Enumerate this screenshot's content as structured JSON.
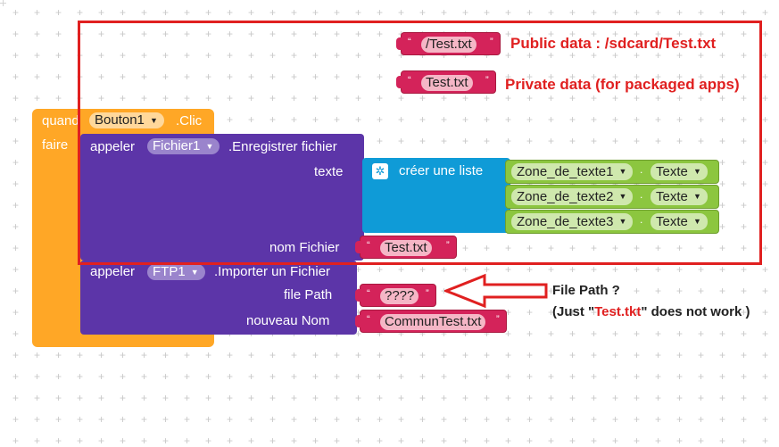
{
  "event": {
    "label_when": "quand",
    "component": "Bouton1",
    "event_name": ".Clic",
    "label_do": "faire"
  },
  "save_call": {
    "label_call": "appeler",
    "component": "Fichier1",
    "method": ".Enregistrer fichier",
    "arg_text": "texte",
    "arg_filename": "nom Fichier",
    "filename_value": "Test.txt"
  },
  "list_block": {
    "label": "créer une liste",
    "items": [
      {
        "component": "Zone_de_texte1",
        "property": "Texte"
      },
      {
        "component": "Zone_de_texte2",
        "property": "Texte"
      },
      {
        "component": "Zone_de_texte3",
        "property": "Texte"
      }
    ]
  },
  "ftp_call": {
    "label_call": "appeler",
    "component": "FTP1",
    "method": ".Importer un Fichier",
    "arg_path": "file Path",
    "path_value": "????",
    "arg_newname": "nouveau Nom",
    "newname_value": "CommunTest.txt"
  },
  "floating_strings": {
    "public_value": "/Test.txt",
    "private_value": "Test.txt"
  },
  "annotations": {
    "public_note": "Public data : /sdcard/Test.txt",
    "private_note": "Private data (for packaged apps)",
    "file_path_question": "File Path ?",
    "note_prefix": "(Just \"",
    "note_red": "Test.tkt",
    "note_suffix": "\" does not work )"
  },
  "colors": {
    "event_block": "#ffa726",
    "method_block": "#5c35a8",
    "list_block": "#0f9bd7",
    "text_property_block": "#8cc63f",
    "string_block": "#d4235a",
    "highlight_frame": "#e02020"
  }
}
